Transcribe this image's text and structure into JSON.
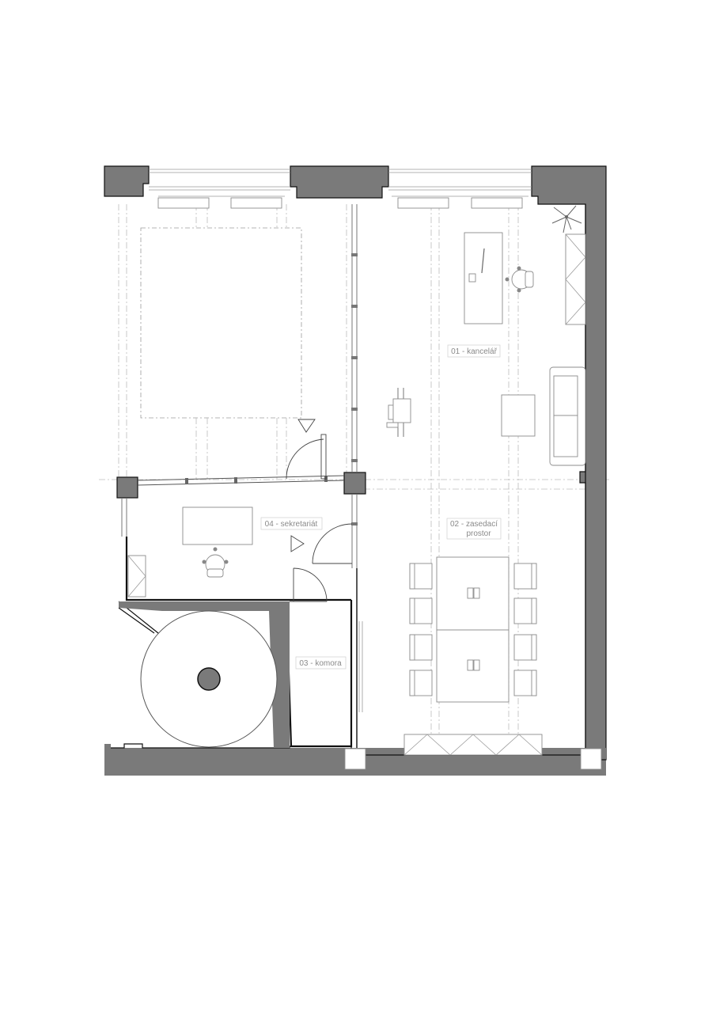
{
  "plan": {
    "rooms": [
      {
        "id": "01",
        "label": "01 - kancelář"
      },
      {
        "id": "02",
        "label_line1": "02 - zasedací",
        "label_line2": "prostor"
      },
      {
        "id": "03",
        "label": "03 - komora"
      },
      {
        "id": "04",
        "label": "04 - sekretariát"
      }
    ],
    "colors": {
      "wall": "#7a7a7a",
      "outline": "#111111",
      "furniture": "#8c8c8c",
      "hidden_lines": "#bdbdbd"
    }
  }
}
